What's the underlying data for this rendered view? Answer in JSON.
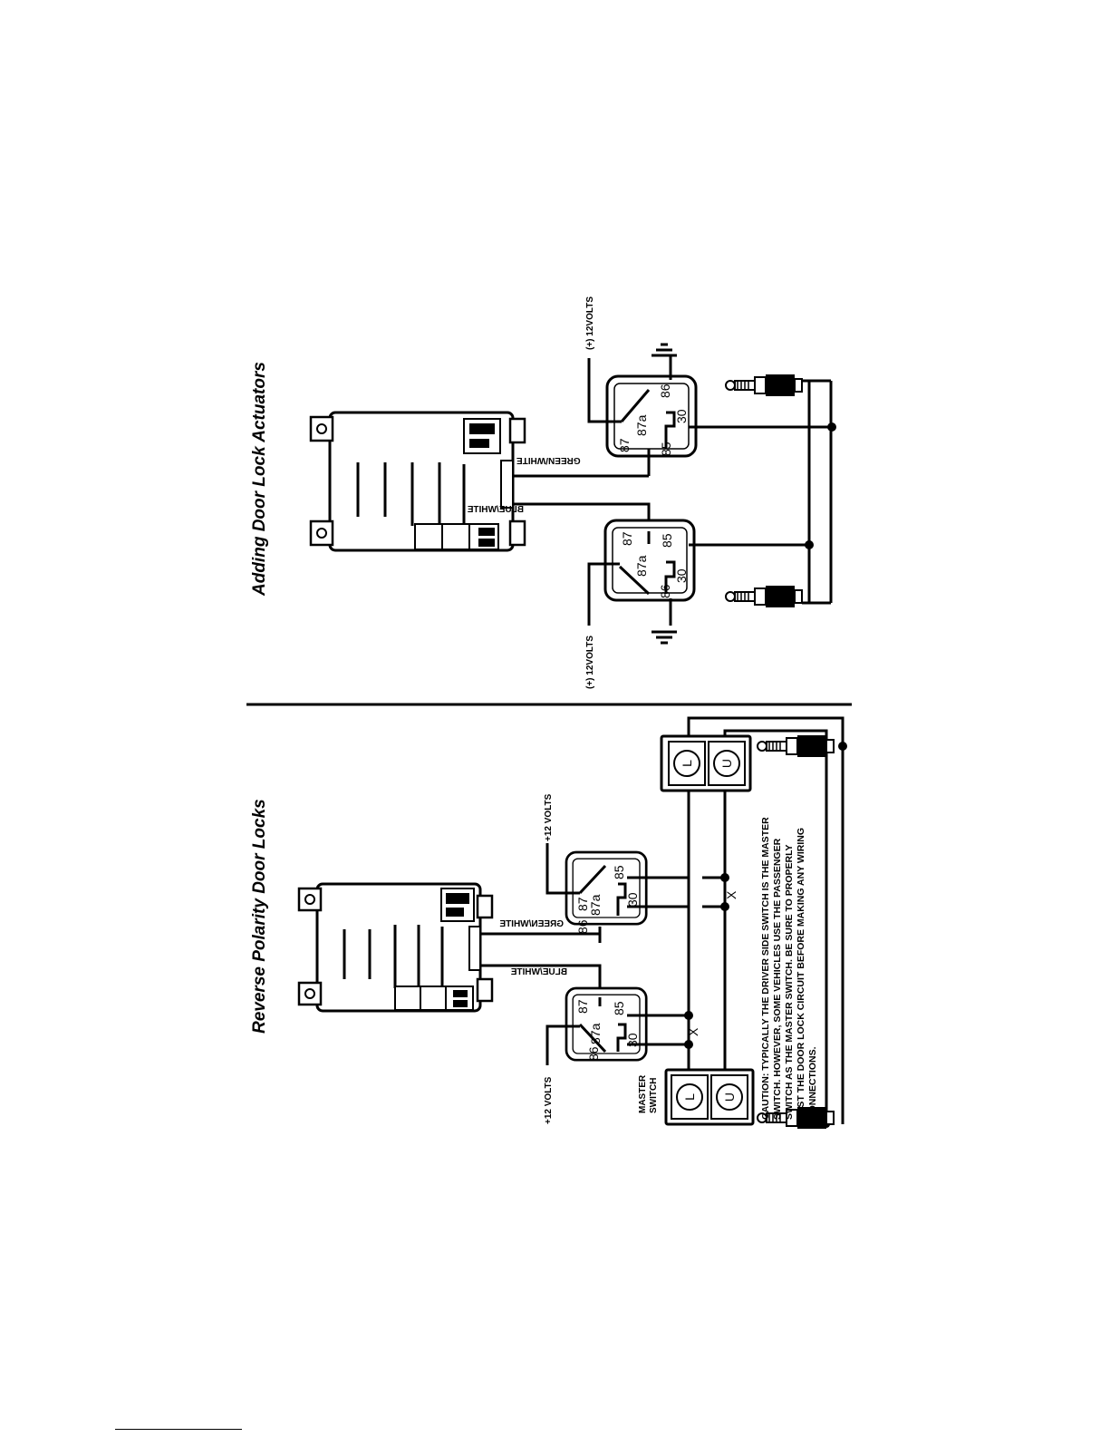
{
  "left": {
    "title": "Reverse Polarity Door Locks",
    "volts_upper": "+12 VOLTS",
    "volts_lower": "+12 VOLTS",
    "green_wire": "GREEN/WHITE",
    "blue_wire": "BLUE/WHITE",
    "master_switch": [
      "MASTER",
      "SWITCH"
    ],
    "relay_pins": {
      "p87": "87",
      "p87a": "87a",
      "p86": "86",
      "p85": "85",
      "p30": "30"
    },
    "switch_lock": "L",
    "switch_unlock": "U",
    "cut_mark": "X",
    "caution": [
      "CAUTION: TYPICALLY THE DRIVER SIDE SWITCH IS THE MASTER",
      "SWITCH. HOWEVER, SOME VEHICLES USE THE PASSENGER",
      "SWITCH AS THE MASTER SWITCH. BE SURE TO PROPERLY",
      "TEST THE DOOR LOCK CIRCUIT BEFORE MAKING ANY WIRING",
      "CONNECTIONS."
    ]
  },
  "right": {
    "title": "Adding Door Lock Actuators",
    "volts_upper": "(+) 12VOLTS",
    "volts_lower": "(+) 12VOLTS",
    "green_wire": "GREEN/WHITE",
    "blue_wire": "BLUE/WHITE",
    "relay_pins": {
      "p87": "87",
      "p87a": "87a",
      "p86": "86",
      "p85": "85",
      "p30": "30"
    }
  }
}
